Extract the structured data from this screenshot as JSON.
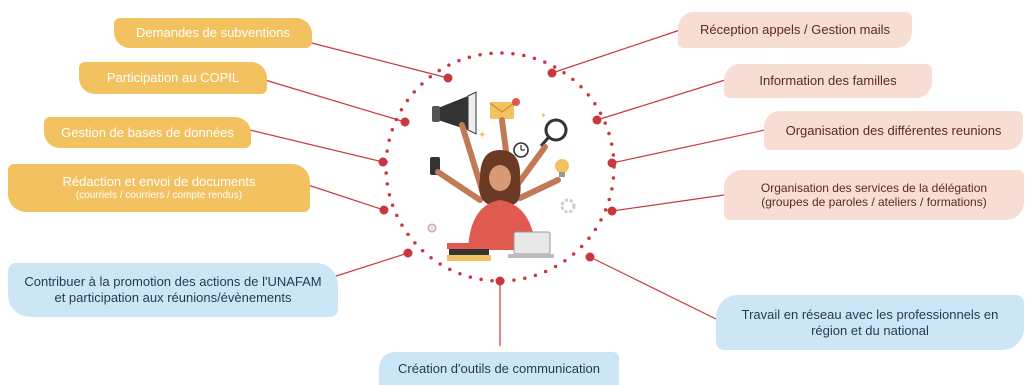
{
  "left": {
    "subventions": "Demandes de subventions",
    "copil": "Participation au COPIL",
    "bases": "Gestion de bases de données",
    "redaction": "Rédaction et envoi de documents",
    "redaction_sub": "(courriels / courriers / compte rendus)",
    "promotion_l1": "Contribuer à la promotion des actions de l'UNAFAM",
    "promotion_l2": "et participation aux réunions/évènements"
  },
  "right": {
    "reception": "Réception appels / Gestion mails",
    "familles": "Information des familles",
    "reunions": "Organisation des différentes reunions",
    "services": "Organisation des services de la délégation",
    "services_sub": "(groupes de paroles / ateliers / formations)",
    "reseau_l1": "Travail en réseau avec les professionnels en",
    "reseau_l2": "région et du national"
  },
  "bottom": {
    "communication": "Création d'outils de communication"
  },
  "colors": {
    "yellow": "#f2c160",
    "pink": "#f7ddd3",
    "blue": "#cde6f5",
    "connector": "#c9383f"
  },
  "center_icon": "multitasking-woman-illustration"
}
